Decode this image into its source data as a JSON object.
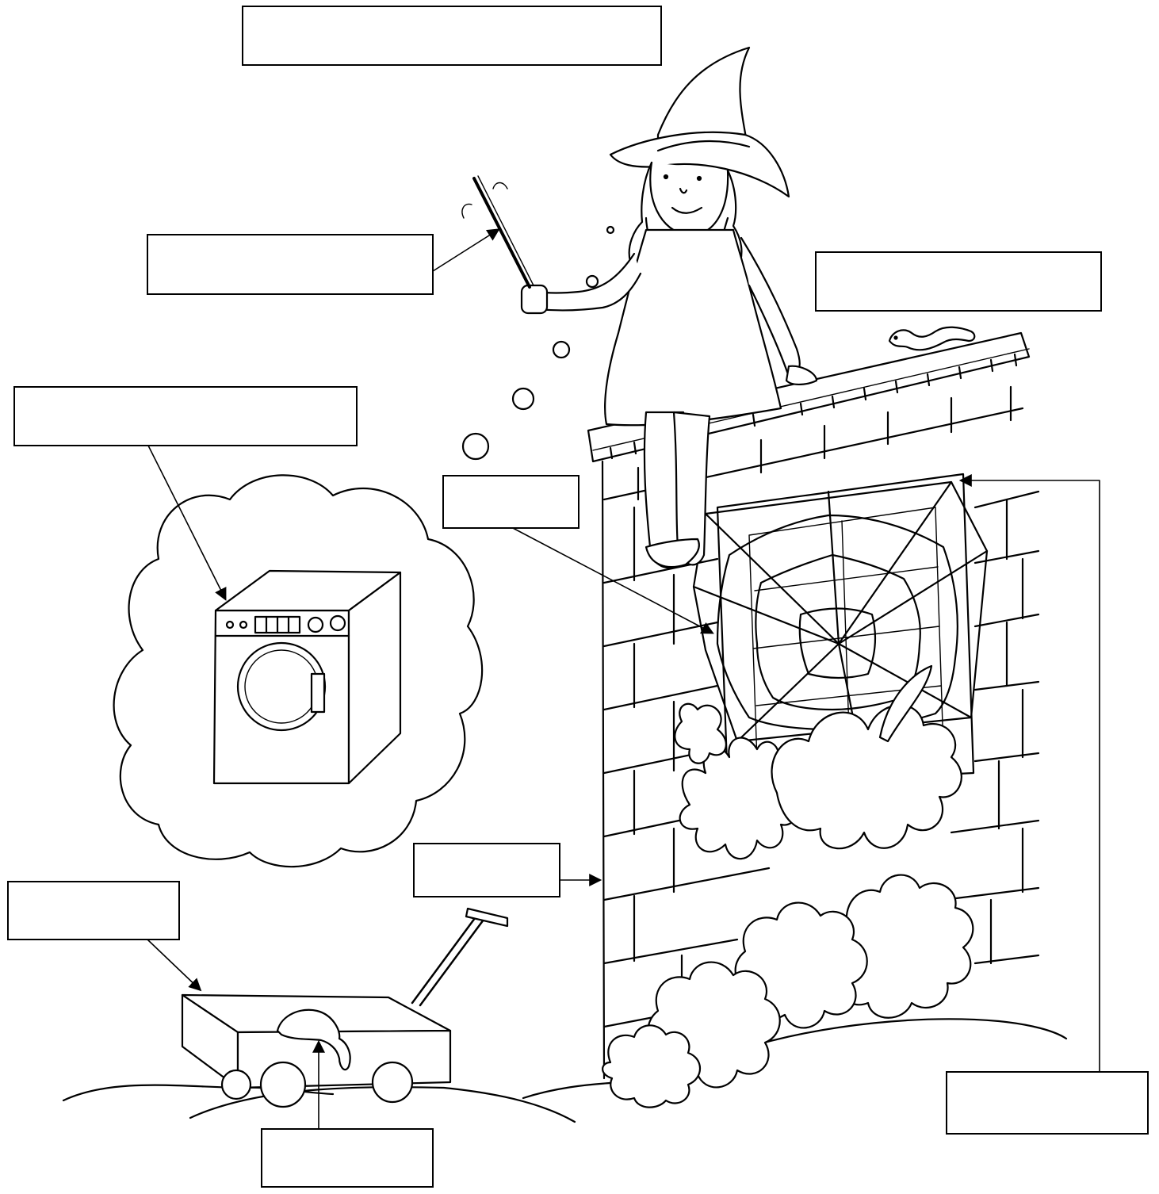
{
  "worksheet": {
    "labels": [
      {
        "id": "title",
        "text": ""
      },
      {
        "id": "wand",
        "text": ""
      },
      {
        "id": "roof",
        "text": ""
      },
      {
        "id": "washing-machine",
        "text": ""
      },
      {
        "id": "cobweb",
        "text": ""
      },
      {
        "id": "window",
        "text": ""
      },
      {
        "id": "wall",
        "text": ""
      },
      {
        "id": "cart",
        "text": ""
      },
      {
        "id": "worm",
        "text": ""
      }
    ]
  }
}
